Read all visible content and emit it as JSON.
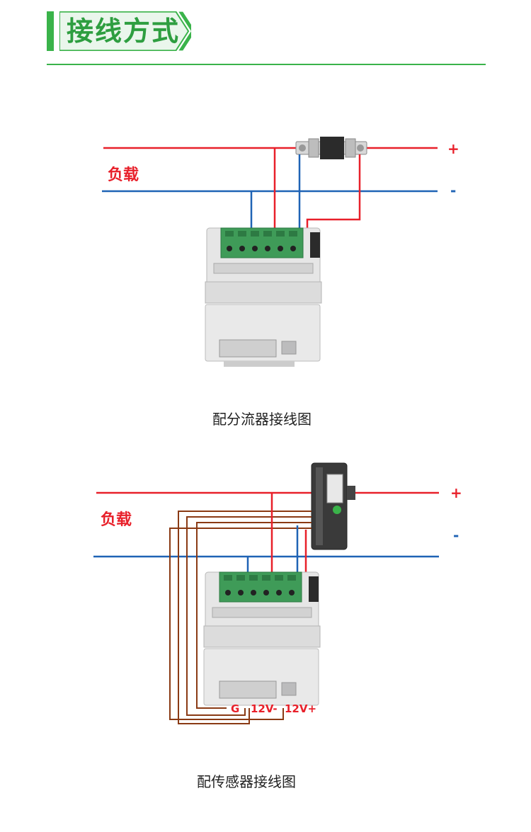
{
  "header": {
    "title": "接线方式",
    "accent_color": "#3ab34a"
  },
  "diagrams": [
    {
      "load_label": "负载",
      "plus_label": "+",
      "minus_label": "-",
      "caption": "配分流器接线图"
    },
    {
      "load_label": "负载",
      "plus_label": "+",
      "minus_label": "-",
      "caption": "配传感器接线图",
      "terminal_labels": [
        "G",
        "12V-",
        "12V+"
      ]
    }
  ],
  "colors": {
    "positive_wire": "#e8202a",
    "negative_wire": "#1f63b5",
    "signal_wire": "#8a3a14",
    "terminal_green": "#3f9b58",
    "meter_body": "#e3e3e3"
  }
}
